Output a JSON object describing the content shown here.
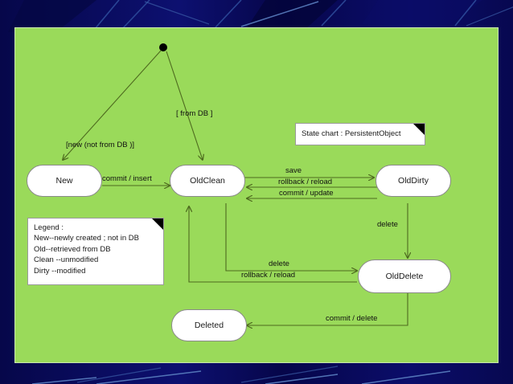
{
  "slide": {
    "background_color": "#050a4e",
    "canvas_color": "#9ada5a",
    "canvas_border_color": "#c9e8b0"
  },
  "title_note": {
    "text": "State chart : PersistentObject"
  },
  "legend_note": {
    "lines": [
      "Legend :",
      "New--newly created ; not in DB",
      "Old--retrieved from DB",
      "Clean --unmodified",
      "Dirty --modified"
    ]
  },
  "chart_data": {
    "type": "diagram",
    "diagram_kind": "uml-state-chart",
    "title": "State chart : PersistentObject",
    "initial_state": "filled-circle",
    "states": [
      {
        "id": "new",
        "label": "New"
      },
      {
        "id": "oldclean",
        "label": "OldClean"
      },
      {
        "id": "olddirty",
        "label": "OldDirty"
      },
      {
        "id": "olddelete",
        "label": "OldDelete"
      },
      {
        "id": "deleted",
        "label": "Deleted"
      }
    ],
    "transitions": [
      {
        "from": "initial",
        "to": "new",
        "label": "[new (not from DB )]"
      },
      {
        "from": "initial",
        "to": "oldclean",
        "label": "[ from DB ]"
      },
      {
        "from": "new",
        "to": "oldclean",
        "label": "commit / insert"
      },
      {
        "from": "oldclean",
        "to": "olddirty",
        "label": "save"
      },
      {
        "from": "olddirty",
        "to": "oldclean",
        "label": "rollback / reload"
      },
      {
        "from": "olddirty",
        "to": "oldclean",
        "label": "commit / update"
      },
      {
        "from": "olddirty",
        "to": "olddelete",
        "label": "delete"
      },
      {
        "from": "oldclean",
        "to": "olddelete",
        "label": "delete"
      },
      {
        "from": "olddelete",
        "to": "oldclean",
        "label": "rollback / reload"
      },
      {
        "from": "olddelete",
        "to": "deleted",
        "label": "commit / delete"
      }
    ],
    "legend": [
      "Legend :",
      "New--newly created ; not in DB",
      "Old--retrieved from DB",
      "Clean --unmodified",
      "Dirty --modified"
    ]
  },
  "labels": {
    "new_guard": "[new (not from DB )]",
    "from_db_guard": "[ from DB ]",
    "commit_insert": "commit / insert",
    "save": "save",
    "rollback_reload_top": "rollback / reload",
    "commit_update": "commit / update",
    "delete_right": "delete",
    "delete_mid": "delete",
    "rollback_reload_low": "rollback / reload",
    "commit_delete": "commit / delete"
  },
  "states": {
    "new": "New",
    "oldclean": "OldClean",
    "olddirty": "OldDirty",
    "olddelete": "OldDelete",
    "deleted": "Deleted"
  }
}
